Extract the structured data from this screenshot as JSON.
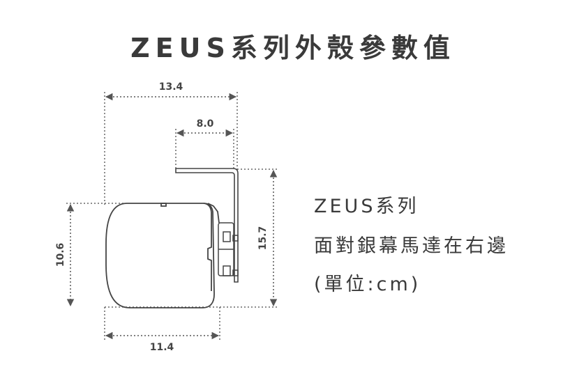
{
  "title": "ZEUS系列外殼參數值",
  "notes": {
    "line1": "ZEUS系列",
    "line2": "面對銀幕馬達在右邊",
    "line3": "(單位:cm)"
  },
  "dimensions": {
    "top_width": "13.4",
    "bracket_width": "8.0",
    "total_height": "15.7",
    "body_height": "10.6",
    "bottom_width": "11.4"
  },
  "colors": {
    "line": "#444444",
    "dim": "#555555",
    "text": "#3a3a3a"
  }
}
